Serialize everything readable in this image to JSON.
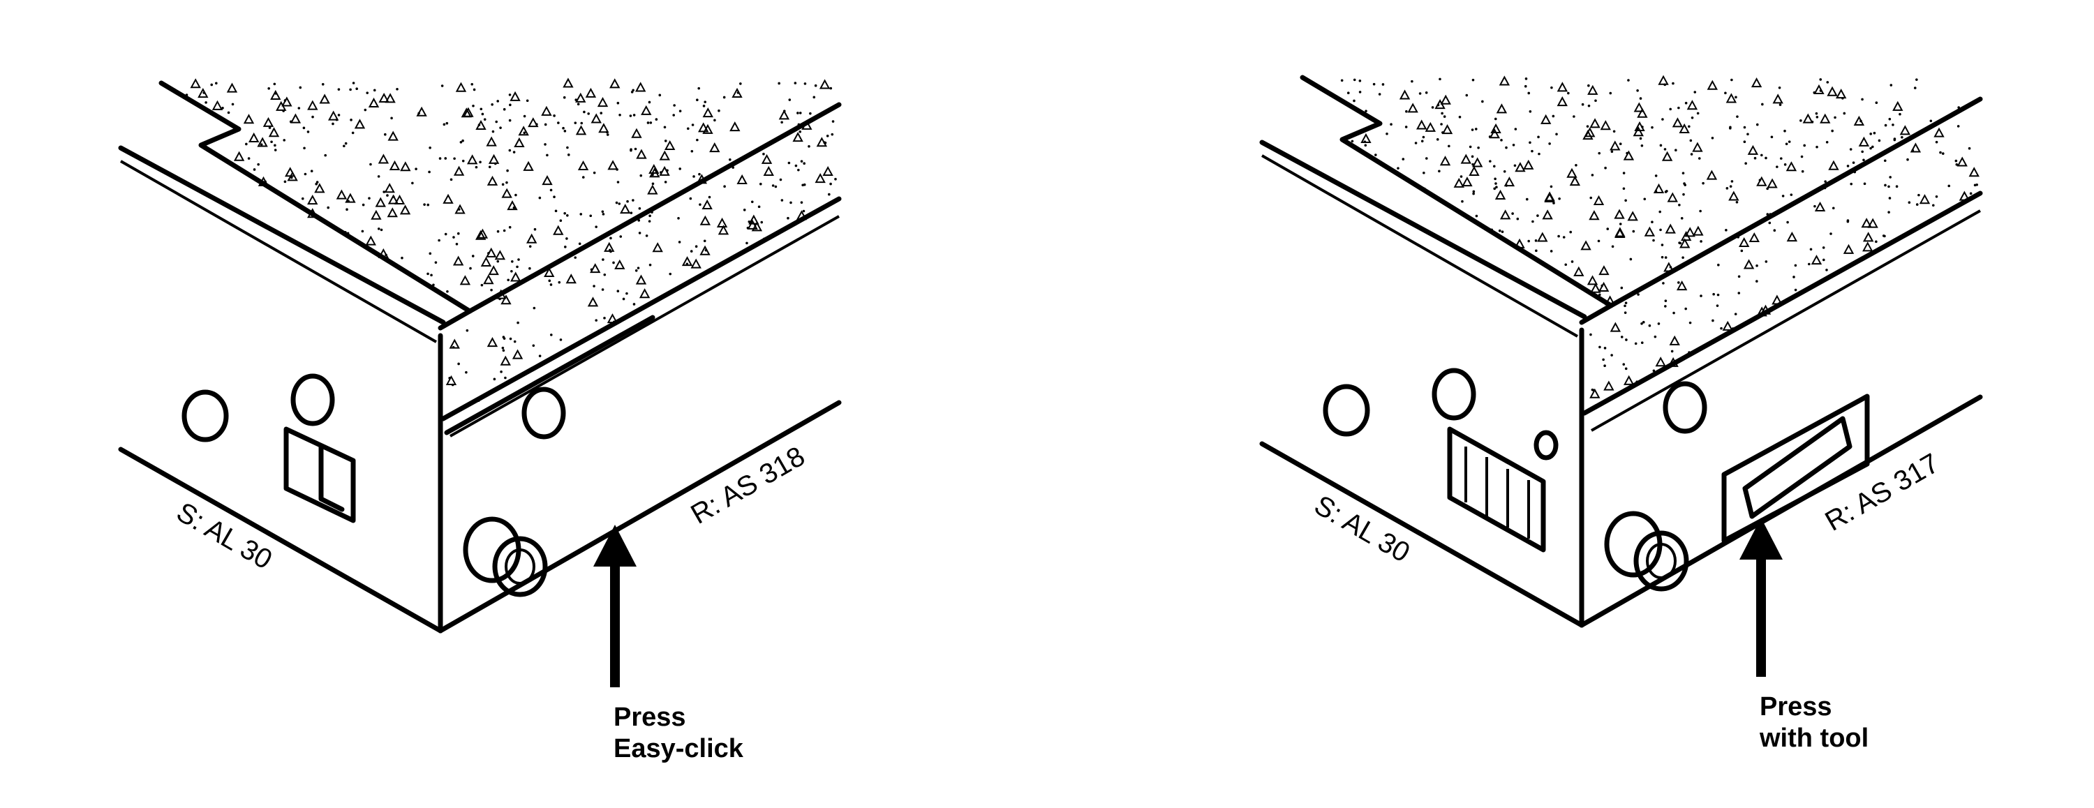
{
  "left_panel": {
    "side_label": "S: AL 30",
    "rear_label": "R: AS 318",
    "caption_line1": "Press",
    "caption_line2": "Easy-click"
  },
  "right_panel": {
    "side_label": "S: AL 30",
    "rear_label": "R: AS 317",
    "caption_line1": "Press",
    "caption_line2": "with tool"
  }
}
